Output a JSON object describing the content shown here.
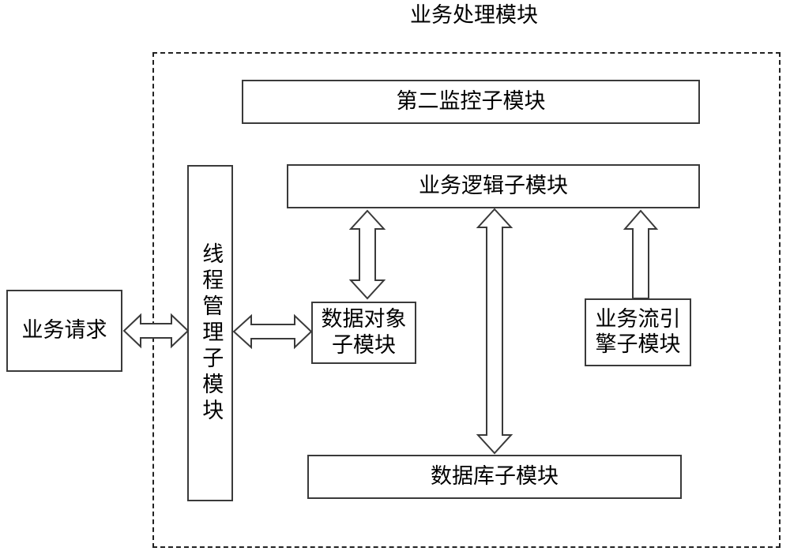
{
  "container": {
    "title": "业务处理模块"
  },
  "request": {
    "label": "业务请求"
  },
  "modules": {
    "monitor": "第二监控子模块",
    "logic": "业务逻辑子模块",
    "thread": "线程管理子模块",
    "data_object_line1": "数据对象",
    "data_object_line2": "子模块",
    "flow_engine_line1": "业务流引",
    "flow_engine_line2": "擎子模块",
    "database": "数据库子模块"
  },
  "colors": {
    "stroke": "#3a3a3a",
    "background": "#ffffff"
  }
}
